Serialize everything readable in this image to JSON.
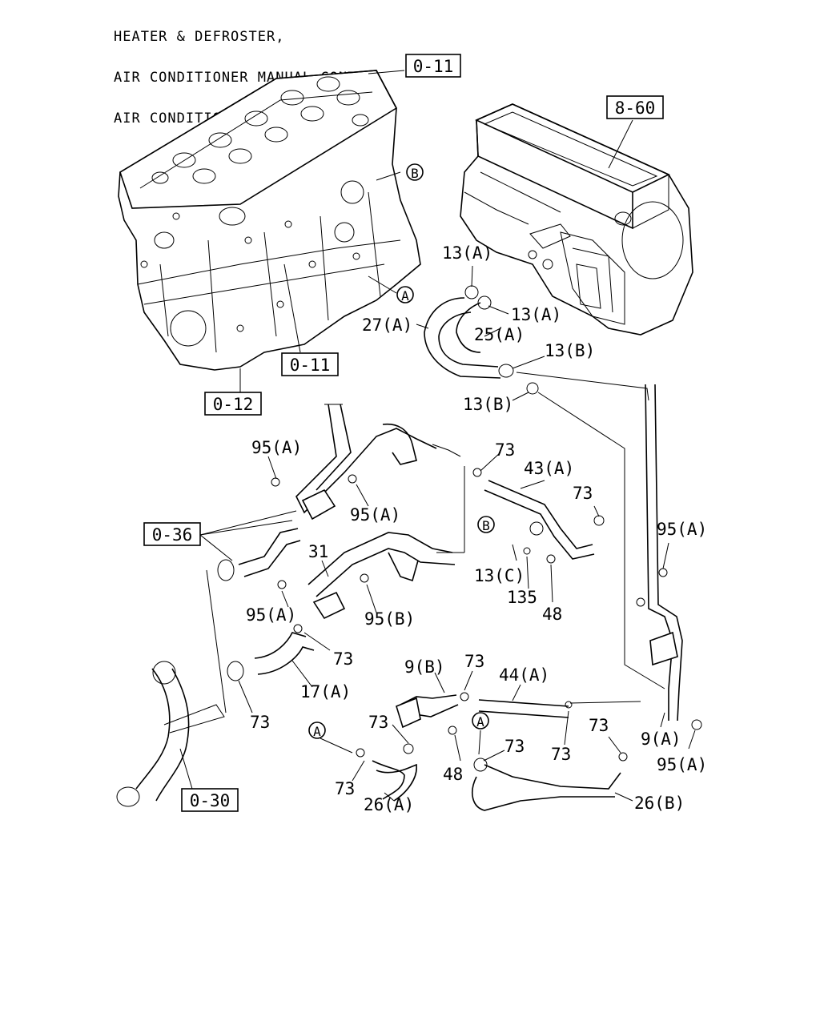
{
  "title_lines": [
    "HEATER & DEFROSTER,",
    "AIR CONDITIONER MANUAL CONT.",
    "AIR CONDITIONER AUTOMATIC CONT"
  ],
  "ref_boxes": {
    "ref_0_11_top": "0-11",
    "ref_8_60": "8-60",
    "ref_0_11_mid": "0-11",
    "ref_0_12": "0-12",
    "ref_0_36": "0-36",
    "ref_0_30": "0-30"
  },
  "circle_markers": {
    "b_engine": "B",
    "a_engine": "A",
    "b_bracket": "B",
    "a_left": "A",
    "a_right": "A"
  },
  "callouts": {
    "c13a_top": "13(A)",
    "c13a_right": "13(A)",
    "c27a": "27(A)",
    "c25a": "25(A)",
    "c13b_top": "13(B)",
    "c13b_low": "13(B)",
    "c95a_1": "95(A)",
    "c73_1": "73",
    "c43a": "43(A)",
    "c73_2": "73",
    "c95a_2": "95(A)",
    "c95a_3": "95(A)",
    "c31": "31",
    "c13c": "13(C)",
    "c135": "135",
    "c48_1": "48",
    "c95a_4": "95(A)",
    "c95b": "95(B)",
    "c73_3": "73",
    "c17a": "17(A)",
    "c73_4": "73",
    "c9b": "9(B)",
    "c73_5": "73",
    "c44a": "44(A)",
    "c73_6": "73",
    "c73_7": "73",
    "c73_8": "73",
    "c9a": "9(A)",
    "c95a_5": "95(A)",
    "c73_9": "73",
    "c48_2": "48",
    "c73_10": "73",
    "c26a": "26(A)",
    "c26b": "26(B)"
  }
}
